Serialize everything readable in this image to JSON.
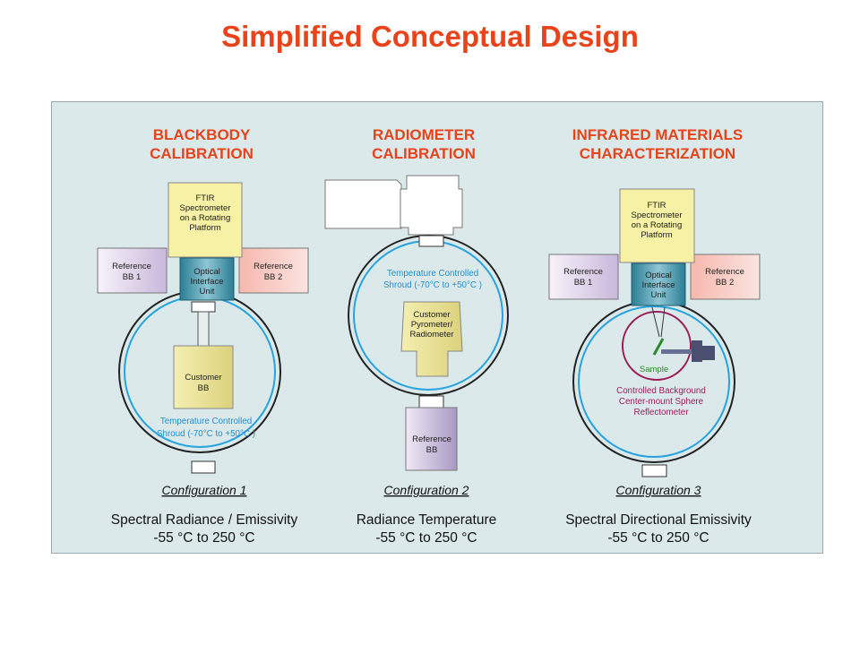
{
  "title": "Simplified Conceptual Design",
  "columns": [
    {
      "heading": [
        "BLACKBODY",
        "CALIBRATION"
      ],
      "ftir": [
        "FTIR",
        "Spectrometer",
        "on a Rotating",
        "Platform"
      ],
      "ref1": [
        "Reference",
        "BB 1"
      ],
      "ref2": [
        "Reference",
        "BB 2"
      ],
      "optical": [
        "Optical",
        "Interface",
        "Unit"
      ],
      "customer": [
        "Customer",
        "BB"
      ],
      "shroud": [
        "Temperature Controlled",
        "Shroud (-70°C to +50°C )"
      ],
      "config": "Configuration 1",
      "desc": [
        "Spectral Radiance / Emissivity",
        "-55 °C to 250 °C"
      ]
    },
    {
      "heading": [
        "RADIOMETER",
        "CALIBRATION"
      ],
      "shroud": [
        "Temperature Controlled",
        "Shroud (-70°C to +50°C )"
      ],
      "customer": [
        "Customer",
        "Pyrometer/",
        "Radiometer"
      ],
      "reference": [
        "Reference",
        "BB"
      ],
      "config": "Configuration 2",
      "desc": [
        "Radiance Temperature",
        "-55 °C to 250 °C"
      ]
    },
    {
      "heading": [
        "INFRARED MATERIALS",
        "CHARACTERIZATION"
      ],
      "ftir": [
        "FTIR",
        "Spectrometer",
        "on a Rotating",
        "Platform"
      ],
      "ref1": [
        "Reference",
        "BB 1"
      ],
      "ref2": [
        "Reference",
        "BB 2"
      ],
      "optical": [
        "Optical",
        "Interface",
        "Unit"
      ],
      "sample": "Sample",
      "sphere": [
        "Controlled Background",
        "Center-mount Sphere",
        "Reflectometer"
      ],
      "config": "Configuration 3",
      "desc": [
        "Spectral Directional Emissivity",
        "-55 °C to 250 °C"
      ]
    }
  ]
}
